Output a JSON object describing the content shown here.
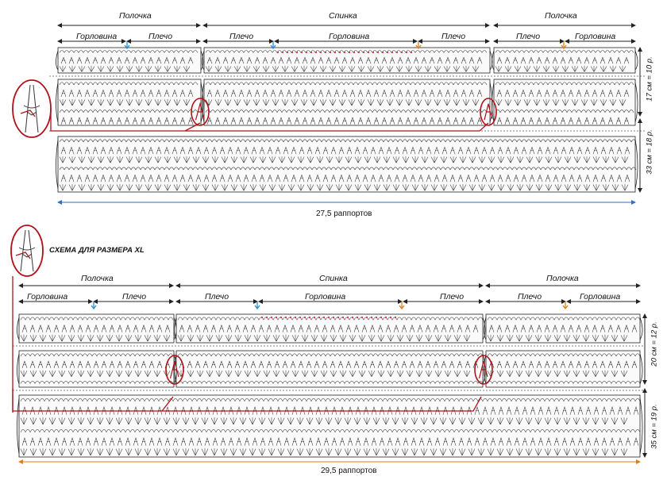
{
  "top": {
    "sections": [
      "Полочка",
      "Спинка",
      "Полочка"
    ],
    "subsections": [
      "Горловина",
      "Плечо",
      "Плечо",
      "Горловина",
      "Плечо",
      "Плечо",
      "Горловина"
    ],
    "dim_upper": "17 см = 10 р.",
    "dim_lower": "33 см = 18 р.",
    "repeats": "27,5 раппортов"
  },
  "bottom": {
    "title": "СХЕМА ДЛЯ РАЗМЕРА XL",
    "sections": [
      "Полочка",
      "Спинка",
      "Полочка"
    ],
    "subsections": [
      "Горловина",
      "Плечо",
      "Плечо",
      "Горловина",
      "Плечо",
      "Плечо",
      "Горловина"
    ],
    "dim_upper": "20 см = 12 р.",
    "dim_lower": "35 см = 19 р.",
    "repeats": "29,5 раппортов"
  },
  "colors": {
    "ink": "#222222",
    "accent_red": "#b0121b",
    "blue_line": "#2f6fc4",
    "orange_line": "#e07a1a",
    "marker_blue": "#2a8fd8",
    "marker_orange": "#e0801a",
    "neck_dots": "#d0344a"
  }
}
